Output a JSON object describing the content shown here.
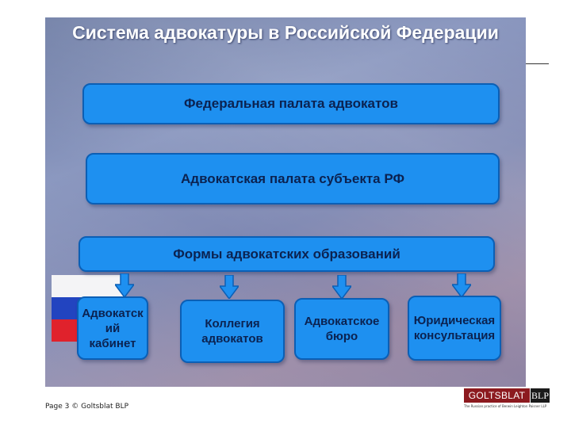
{
  "slide": {
    "title": "Система адвокатуры в Российской Федерации",
    "level1": "Федеральная палата адвокатов",
    "level2": "Адвокатская палата субъекта РФ",
    "level3": "Формы адвокатских образований",
    "forms": [
      "Адвокатск\nий\nкабинет",
      "Коллегия\nадвокатов",
      "Адвокатское\nбюро",
      "Юридическая\nконсультация"
    ]
  },
  "footer": {
    "page": "Page 3  © Goltsblat BLP"
  },
  "logo": {
    "name": "GOLTSBLAT",
    "suffix": "BLP",
    "tagline": "The Russian practice of Berwin Leighton Paisner LLP"
  },
  "colors": {
    "box_fill": "#1e90f0",
    "box_border": "#0b5fb5",
    "box_text": "#0b2250",
    "flag": [
      "#ffffff",
      "#1f3fbf",
      "#e0202a"
    ]
  }
}
